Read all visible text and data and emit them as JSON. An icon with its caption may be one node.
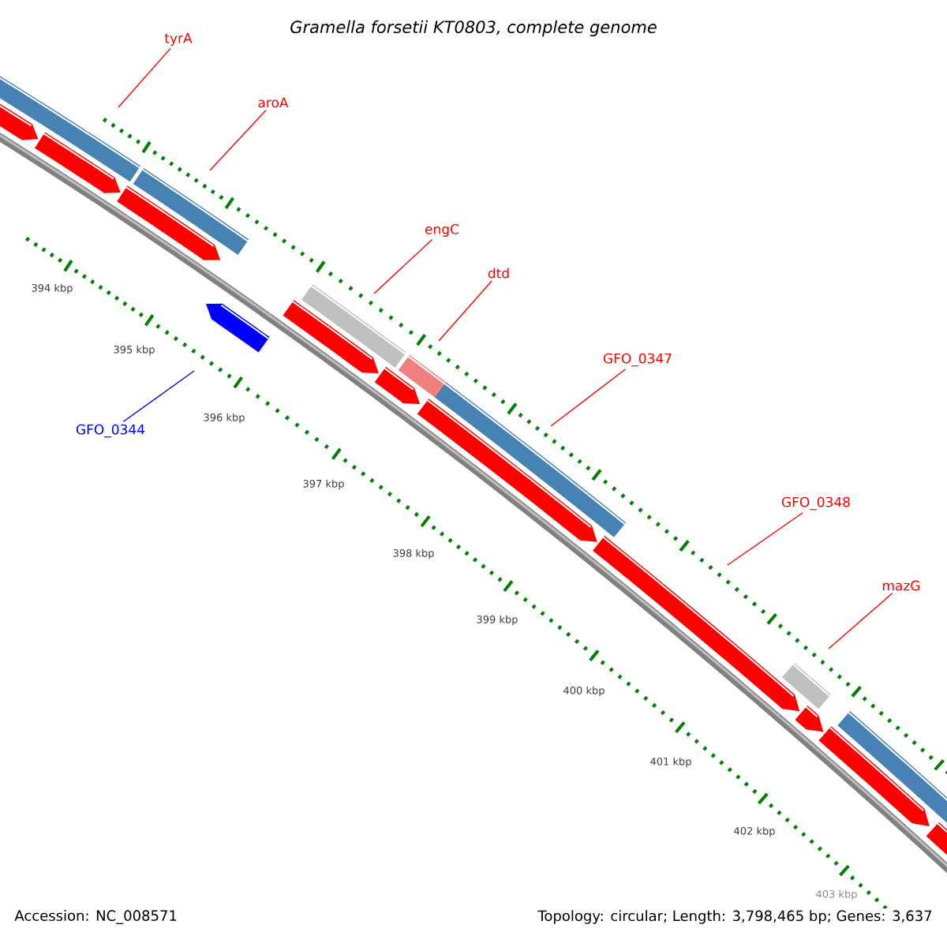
{
  "diagram": {
    "title": "Gramella forsetii KT0803, complete genome",
    "nodes": [
      {
        "text": [
          "tyrA"
        ]
      },
      {
        "text": [
          "aroA"
        ]
      },
      {
        "text": [
          "engC"
        ]
      },
      {
        "text": [
          "dtd"
        ]
      },
      {
        "text": [
          "GFO_0347"
        ]
      },
      {
        "text": [
          "GFO_0344"
        ]
      },
      {
        "text": [
          "GFO_0348"
        ]
      },
      {
        "text": [
          "mazG"
        ]
      }
    ],
    "edges": [
      {
        "from": 0,
        "to": null,
        "arrow": "none"
      },
      {
        "from": 1,
        "to": null,
        "arrow": "none"
      },
      {
        "from": 2,
        "to": null,
        "arrow": "none"
      },
      {
        "from": 3,
        "to": null,
        "arrow": "none"
      },
      {
        "from": 4,
        "to": null,
        "arrow": "none"
      },
      {
        "from": 5,
        "to": null,
        "arrow": "none",
        "color": "#0000ff"
      },
      {
        "from": 6,
        "to": null,
        "arrow": "none"
      },
      {
        "from": 7,
        "to": null,
        "arrow": "none"
      }
    ],
    "labels": [
      "394 kbp",
      "395 kbp",
      "396 kbp",
      "397 kbp",
      "398 kbp",
      "399 kbp",
      "400 kbp",
      "401 kbp",
      "402 kbp",
      "403 kbp",
      "Accession: NC_008571",
      "Topology: circular; Length: 3,798,465 bp; Genes: 3,637"
    ]
  }
}
